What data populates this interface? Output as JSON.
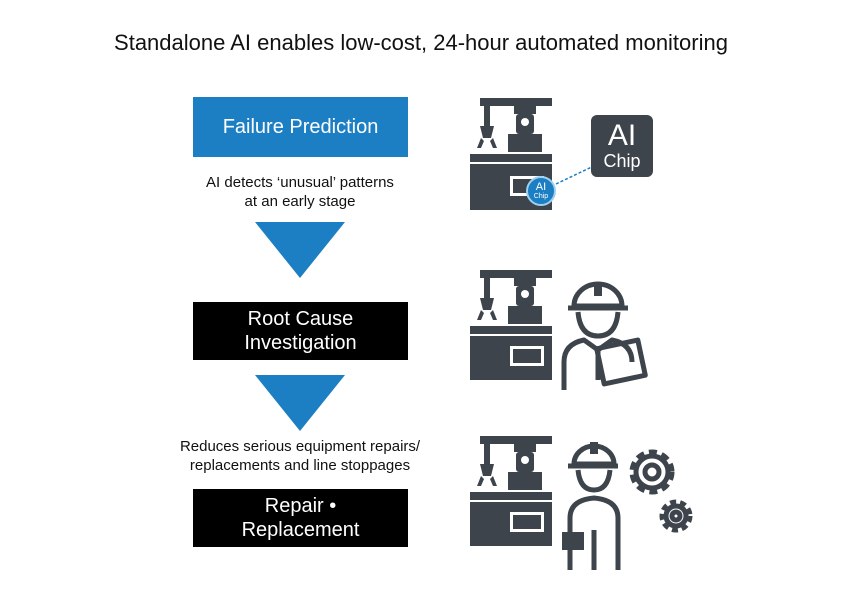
{
  "title": "Standalone AI enables low-cost, 24-hour automated monitoring",
  "steps": [
    {
      "line1": "Failure Prediction",
      "line2": ""
    },
    {
      "line1": "Root Cause",
      "line2": "Investigation"
    },
    {
      "line1": "Repair •",
      "line2": "Replacement"
    }
  ],
  "notes": {
    "prediction_line1": "AI detects ‘unusual’ patterns",
    "prediction_line2": "at an early stage",
    "repair_line1": "Reduces serious equipment repairs/",
    "repair_line2": "replacements and line stoppages"
  },
  "chip": {
    "big": "AI",
    "small": "Chip",
    "mini_big": "AI",
    "mini_small": "Chip"
  },
  "colors": {
    "blue": "#1c7fc4",
    "black": "#000000",
    "icon_gray": "#3d444c"
  }
}
